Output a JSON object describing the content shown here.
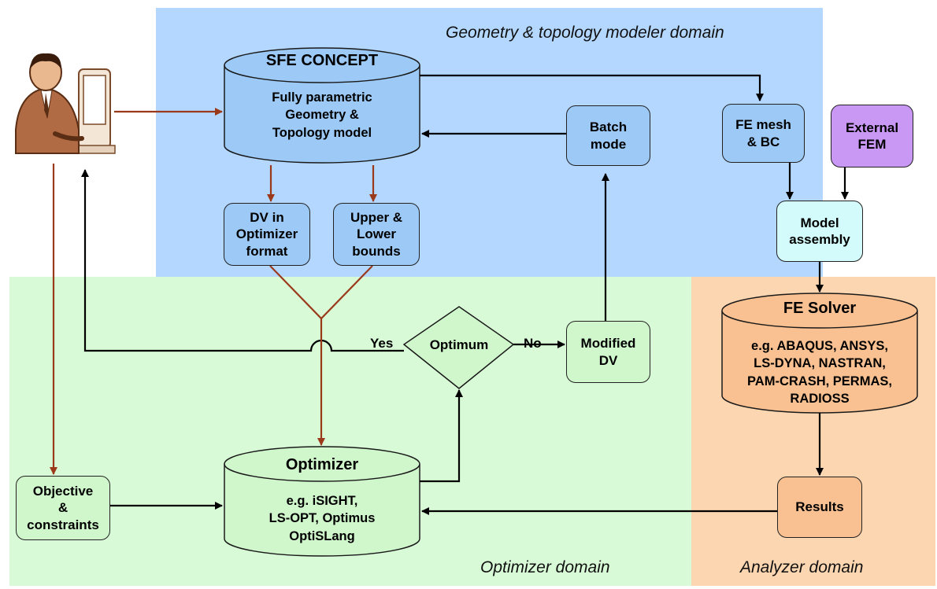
{
  "regions": {
    "geometry_label": "Geometry & topology modeler domain",
    "optimizer_label": "Optimizer domain",
    "analyzer_label": "Analyzer domain"
  },
  "sfe_concept": {
    "title": "SFE CONCEPT",
    "lines": [
      "Fully parametric",
      "Geometry &",
      "Topology model"
    ]
  },
  "batch_mode": {
    "lines": [
      "Batch",
      "mode"
    ]
  },
  "fe_mesh": {
    "lines": [
      "FE mesh",
      "& BC"
    ]
  },
  "external_fem": {
    "lines": [
      "External",
      "FEM"
    ]
  },
  "dv_format": {
    "lines": [
      "DV in",
      "Optimizer",
      "format"
    ]
  },
  "bounds": {
    "lines": [
      "Upper &",
      "Lower",
      "bounds"
    ]
  },
  "model_assembly": {
    "lines": [
      "Model",
      "assembly"
    ]
  },
  "fe_solver": {
    "title": "FE Solver",
    "lines": [
      "e.g. ABAQUS, ANSYS,",
      "LS-DYNA, NASTRAN,",
      "PAM-CRASH, PERMAS,",
      "RADIOSS"
    ]
  },
  "optimum": {
    "label": "Optimum",
    "yes": "Yes",
    "no": "No"
  },
  "modified_dv": {
    "lines": [
      "Modified",
      "DV"
    ]
  },
  "optimizer": {
    "title": "Optimizer",
    "lines": [
      "e.g. iSIGHT,",
      "LS-OPT, Optimus",
      "OptiSLang"
    ]
  },
  "objective": {
    "lines": [
      "Objective",
      "&",
      "constraints"
    ]
  },
  "results": {
    "label": "Results"
  },
  "colors": {
    "geometry_bg": "#b3d7ff",
    "optimizer_bg": "#d8fad6",
    "analyzer_bg": "#fcd6b0",
    "blue_node": "#9cc9f5",
    "green_node": "#d0f7cc",
    "purple_node": "#c997f4",
    "cyan_node": "#d3fbfb",
    "orange_node": "#f9c191",
    "brown_arrow": "#9b3a1a"
  },
  "icons": {
    "user": "person-at-computer-icon"
  }
}
